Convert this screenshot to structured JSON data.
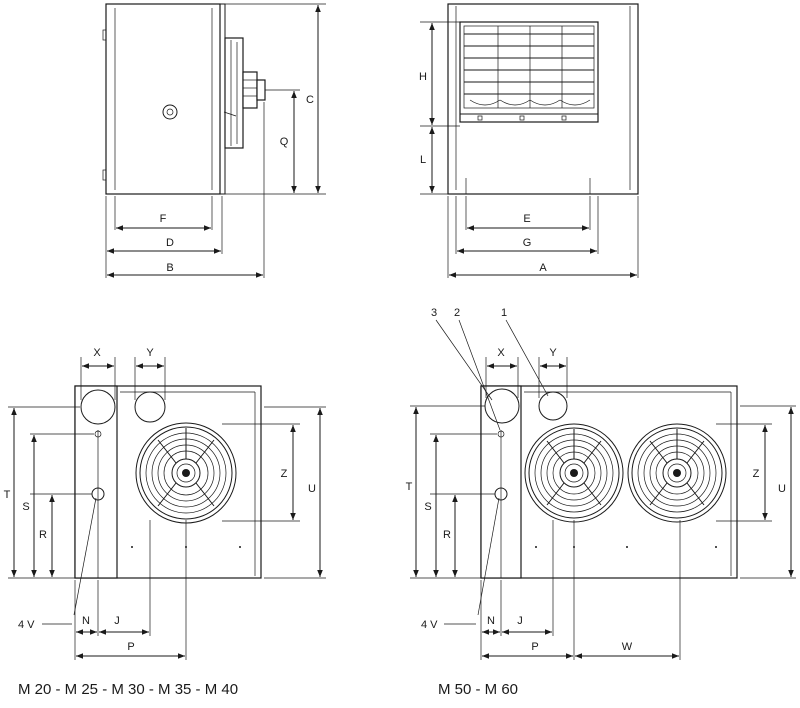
{
  "views": {
    "side": {
      "labels": {
        "F": "F",
        "D": "D",
        "B": "B",
        "Q": "Q",
        "C": "C"
      }
    },
    "front": {
      "labels": {
        "H": "H",
        "L": "L",
        "E": "E",
        "G": "G",
        "A": "A"
      }
    },
    "rear_small": {
      "caption": "M 20 - M 25 - M 30 - M 35 - M 40",
      "labels": {
        "X": "X",
        "Y": "Y",
        "T": "T",
        "S": "S",
        "R": "R",
        "Z": "Z",
        "U": "U",
        "V": "4 V",
        "N": "N",
        "J": "J",
        "P": "P"
      }
    },
    "rear_large": {
      "caption": "M 50 - M 60",
      "labels": {
        "c3": "3",
        "c2": "2",
        "c1": "1",
        "X": "X",
        "Y": "Y",
        "T": "T",
        "S": "S",
        "R": "R",
        "Z": "Z",
        "U": "U",
        "V": "4 V",
        "N": "N",
        "J": "J",
        "P": "P",
        "W": "W"
      }
    }
  },
  "icons": {
    "fan": "fan-grille-icon",
    "pipe": "pipe-connection-icon",
    "arrow": "dimension-arrow-icon"
  }
}
